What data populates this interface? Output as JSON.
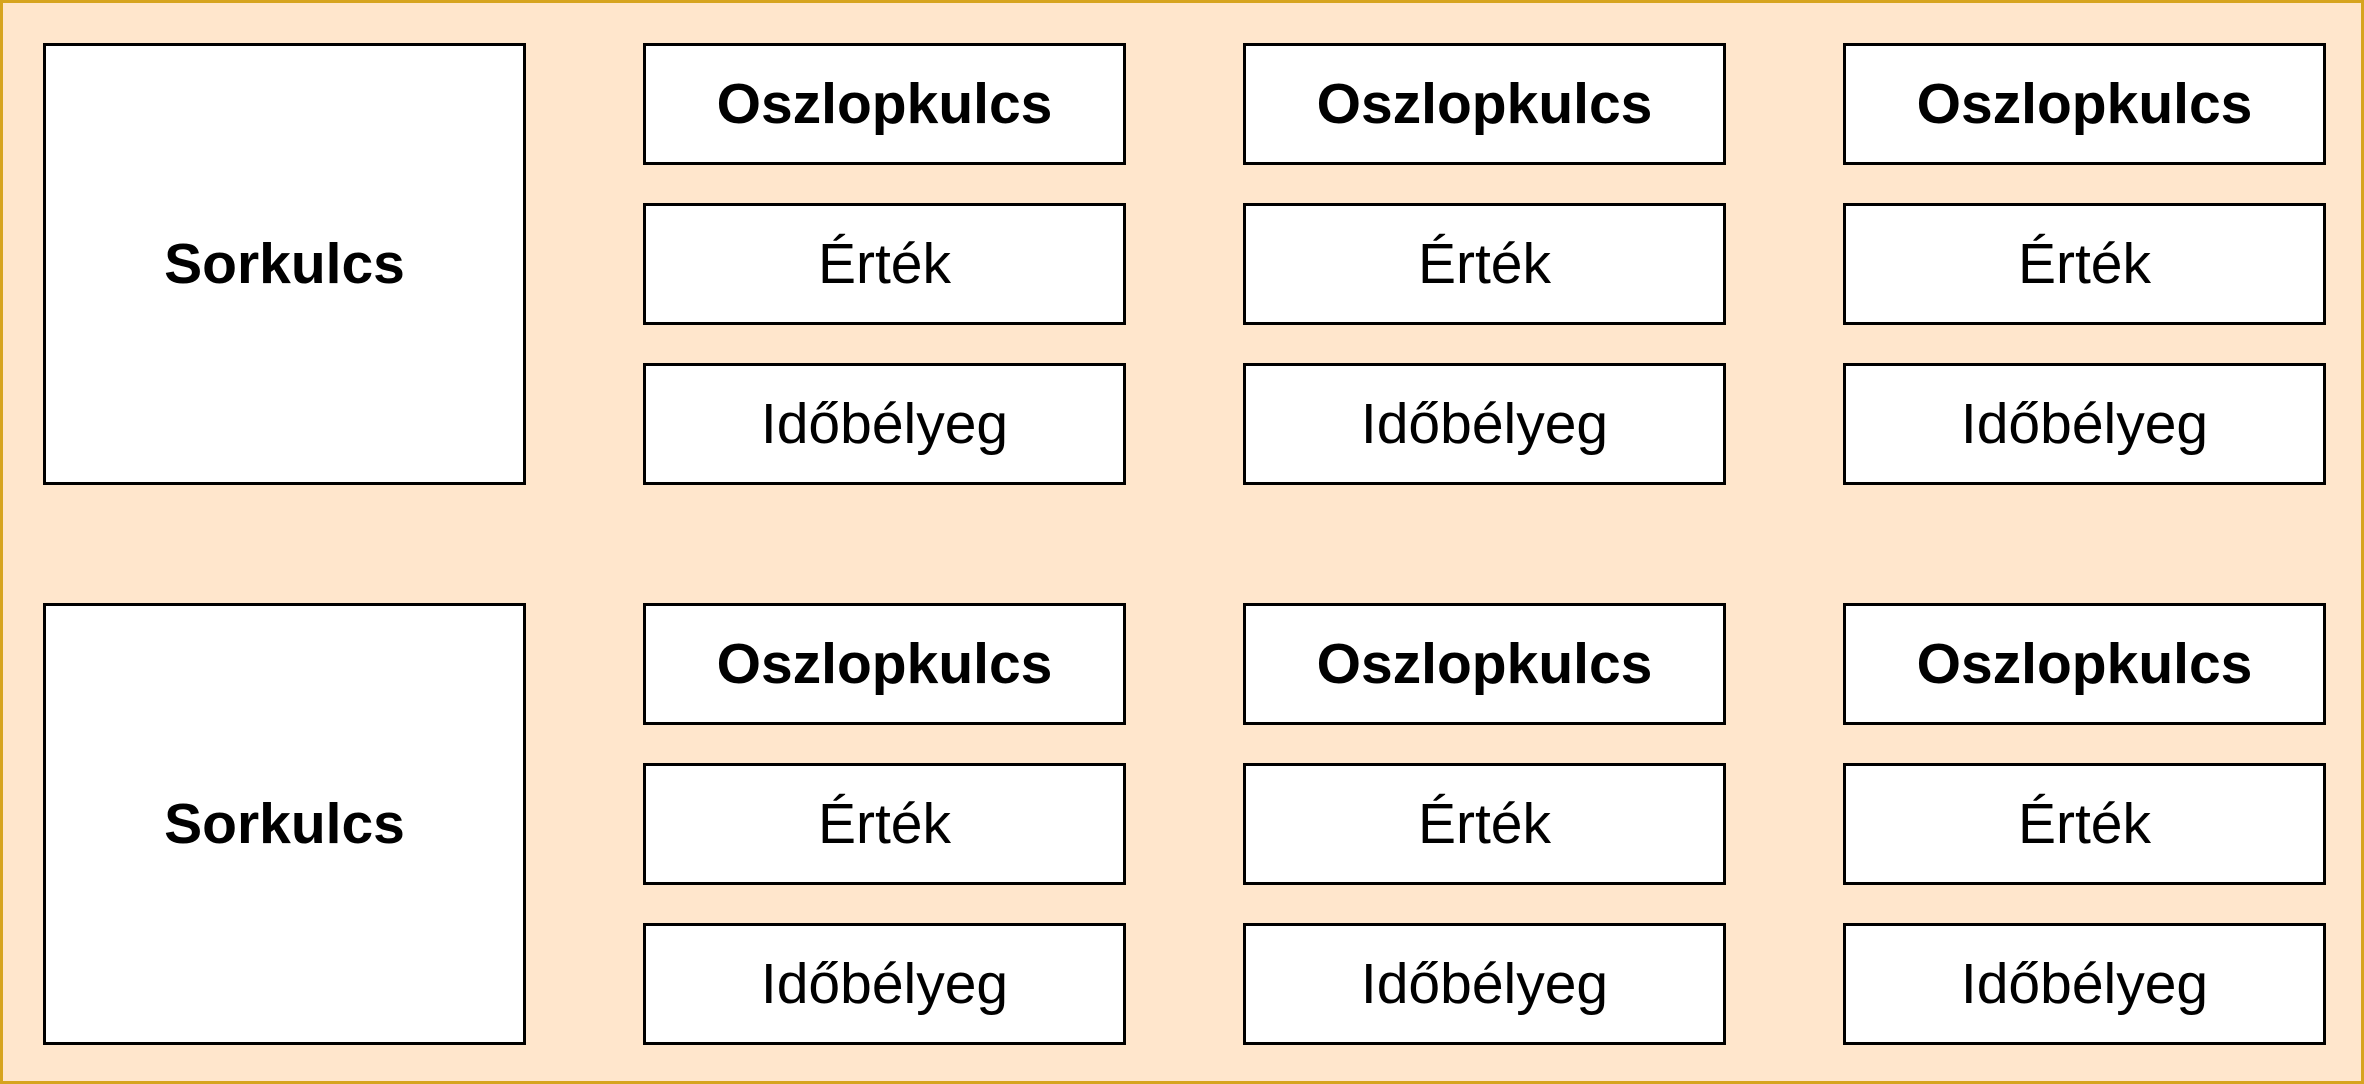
{
  "diagram": {
    "rows": [
      {
        "row_key": "Sorkulcs",
        "cells": [
          {
            "column_key": "Oszlopkulcs",
            "value": "Érték",
            "timestamp": "Időbélyeg"
          },
          {
            "column_key": "Oszlopkulcs",
            "value": "Érték",
            "timestamp": "Időbélyeg"
          },
          {
            "column_key": "Oszlopkulcs",
            "value": "Érték",
            "timestamp": "Időbélyeg"
          }
        ]
      },
      {
        "row_key": "Sorkulcs",
        "cells": [
          {
            "column_key": "Oszlopkulcs",
            "value": "Érték",
            "timestamp": "Időbélyeg"
          },
          {
            "column_key": "Oszlopkulcs",
            "value": "Érték",
            "timestamp": "Időbélyeg"
          },
          {
            "column_key": "Oszlopkulcs",
            "value": "Érték",
            "timestamp": "Időbélyeg"
          }
        ]
      }
    ]
  },
  "colors": {
    "background": "#ffe6cc",
    "frame": "#d6a41f",
    "box_fill": "#ffffff",
    "box_border": "#000000"
  }
}
